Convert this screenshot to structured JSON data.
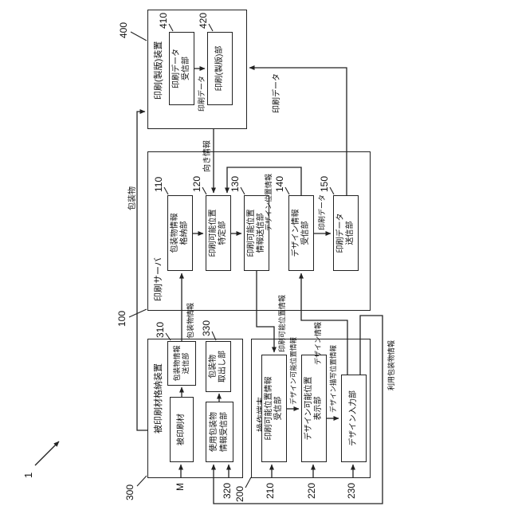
{
  "figure_ref": "1",
  "devices": {
    "printing": {
      "ref": "400",
      "label": "印刷(製版)装置",
      "units": {
        "receiver": {
          "ref": "410",
          "label": "印刷データ\n受信部"
        },
        "plate": {
          "ref": "420",
          "label": "印刷(製版)部"
        }
      }
    },
    "server": {
      "ref": "100",
      "label": "印刷サーバ",
      "units": {
        "info_store": {
          "ref": "110",
          "label": "包装物情報\n格納部"
        },
        "pos_spec": {
          "ref": "120",
          "label": "印刷可能位置\n特定部"
        },
        "pos_sender": {
          "ref": "130",
          "label": "印刷可能位置\n情報送信部"
        },
        "design_recv": {
          "ref": "140",
          "label": "デザイン情報\n受信部"
        },
        "data_sender": {
          "ref": "150",
          "label": "印刷データ\n送信部"
        }
      }
    },
    "material_storage": {
      "ref": "300",
      "label": "被印刷材格納装置",
      "units": {
        "material": {
          "ref": "M",
          "label": "被印刷材"
        },
        "info_sender": {
          "ref": "310",
          "label": "包装物情報\n送信部"
        },
        "used_recv": {
          "ref": "320",
          "label": "使用包装物\n情報受信部"
        },
        "takeout": {
          "ref": "330",
          "label": "包装物\n取出し部"
        }
      }
    },
    "terminal": {
      "ref": "200",
      "label": "操作端末",
      "units": {
        "pos_recv": {
          "ref": "210",
          "label": "印刷可能位置情報\n受信部"
        },
        "display": {
          "ref": "220",
          "label": "デザイン可能位置\n表示部"
        },
        "input": {
          "ref": "230",
          "label": "デザイン入力部"
        }
      }
    }
  },
  "flows": {
    "print_data": "印刷データ",
    "packaging": "包装物",
    "packaging_info": "包装物情報",
    "orientation_info": "向き情報",
    "design_position_info": "デザイン位置情報",
    "printable_position_info": "印刷可能位置情報",
    "design_info": "デザイン情報",
    "used_packaging_info": "利用包装物情報",
    "designable_position_info": "デザイン可能位置情報",
    "design_drawing_position_info": "デザイン描写位置情報"
  }
}
